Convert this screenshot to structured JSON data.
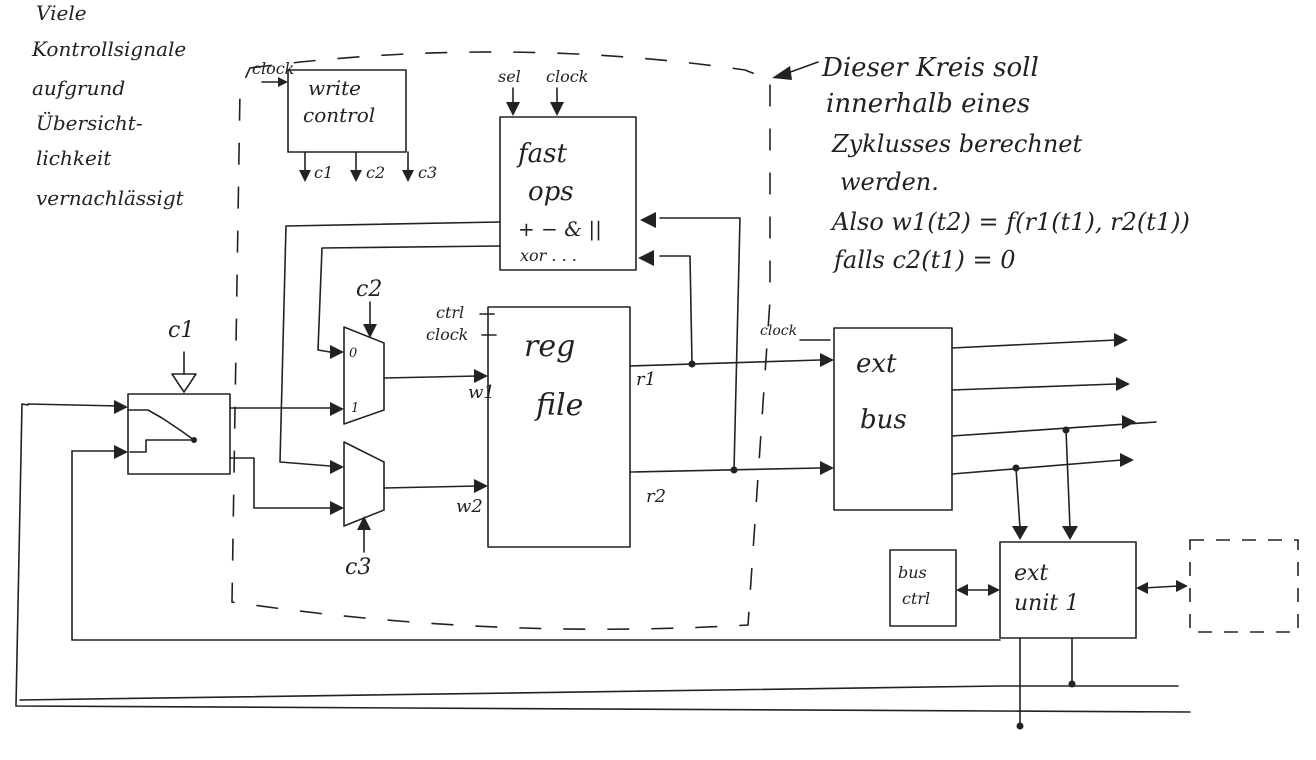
{
  "side_note": [
    "Viele",
    "Kontrollsignale",
    "aufgrund",
    "Übersicht-",
    "lichkeit",
    "vernachlässigt"
  ],
  "cycle_note": [
    "Dieser Kreis soll",
    "innerhalb eines",
    "Zyklusses berechnet",
    "werden.",
    "Also w1(t2) = f(r1(t1), r2(t1))",
    "falls c2(t1) = 0"
  ],
  "write_control": {
    "title": [
      "write",
      "control"
    ],
    "clock": "clock",
    "outputs": [
      "c1",
      "c2",
      "c3"
    ]
  },
  "fast_ops": {
    "title": [
      "fast",
      "ops"
    ],
    "ops": [
      "+ − & ||",
      "xor  . . ."
    ],
    "inputs": [
      "sel",
      "clock"
    ]
  },
  "reg_file": {
    "title": [
      "reg",
      "file"
    ],
    "inputs": [
      "ctrl",
      "clock"
    ],
    "ports": [
      "w1",
      "w2",
      "r1",
      "r2"
    ]
  },
  "mux_labels": {
    "top": "c2",
    "bottom": "c3",
    "in0": "0",
    "in1": "1"
  },
  "switch_label": "c1",
  "ext_bus": {
    "title": [
      "ext",
      "bus"
    ],
    "clock": "clock"
  },
  "bus_ctrl": {
    "title": [
      "bus",
      "ctrl"
    ]
  },
  "ext_unit": {
    "title": [
      "ext",
      "unit 1"
    ]
  }
}
